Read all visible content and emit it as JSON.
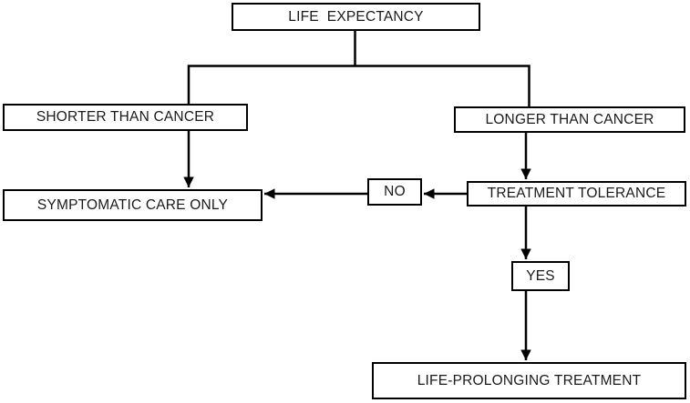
{
  "diagram_type": "flowchart",
  "nodes": {
    "life_expectancy": {
      "label": "LIFE  EXPECTANCY"
    },
    "shorter_than_cancer": {
      "label": "SHORTER THAN CANCER"
    },
    "longer_than_cancer": {
      "label": "LONGER THAN CANCER"
    },
    "symptomatic_care_only": {
      "label": "SYMPTOMATIC CARE ONLY"
    },
    "no": {
      "label": "NO"
    },
    "treatment_tolerance": {
      "label": "TREATMENT TOLERANCE"
    },
    "yes": {
      "label": "YES"
    },
    "life_prolonging_treatment": {
      "label": "LIFE-PROLONGING TREATMENT"
    }
  },
  "edges": [
    {
      "from": "life_expectancy",
      "to": "shorter_than_cancer",
      "arrowhead": false
    },
    {
      "from": "life_expectancy",
      "to": "longer_than_cancer",
      "arrowhead": false
    },
    {
      "from": "shorter_than_cancer",
      "to": "symptomatic_care_only",
      "arrowhead": true
    },
    {
      "from": "longer_than_cancer",
      "to": "treatment_tolerance",
      "arrowhead": true
    },
    {
      "from": "treatment_tolerance",
      "to": "no",
      "arrowhead": true
    },
    {
      "from": "no",
      "to": "symptomatic_care_only",
      "arrowhead": true
    },
    {
      "from": "treatment_tolerance",
      "to": "yes",
      "arrowhead": true
    },
    {
      "from": "yes",
      "to": "life_prolonging_treatment",
      "arrowhead": true
    }
  ],
  "colors": {
    "background": "#ffffff",
    "box_border": "#000000",
    "box_fill": "#ffffff",
    "line": "#000000",
    "text": "#1a1a1a"
  }
}
